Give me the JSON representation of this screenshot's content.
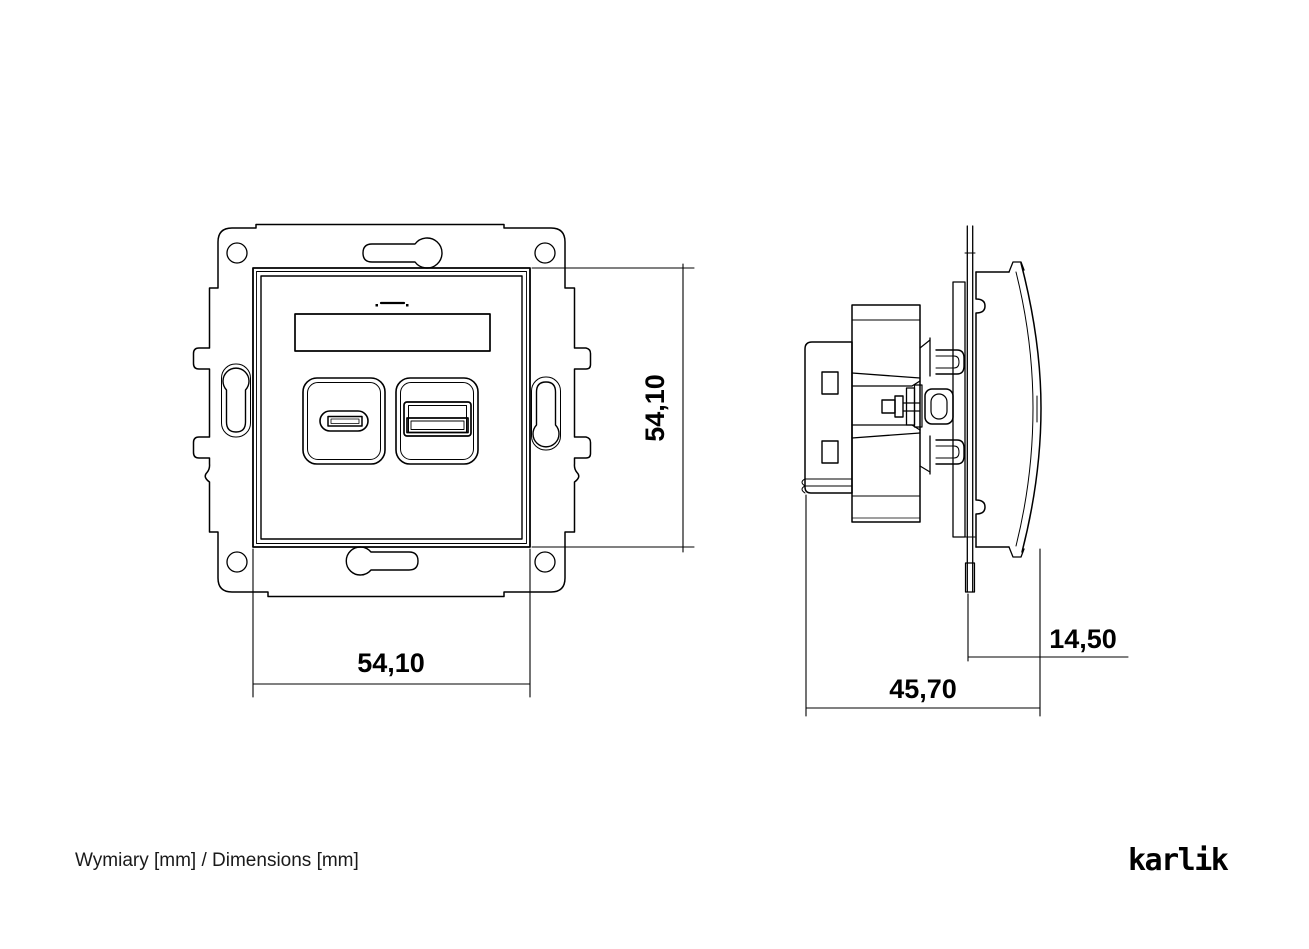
{
  "dimensions": {
    "front_width": "54,10",
    "front_height": "54,10",
    "side_depth_total": "45,70",
    "side_depth_front": "14,50"
  },
  "footer": {
    "caption": "Wymiary [mm] / Dimensions [mm]"
  },
  "brand": {
    "logo_text": "karlik"
  },
  "colors": {
    "line": "#000000",
    "background": "#ffffff"
  }
}
